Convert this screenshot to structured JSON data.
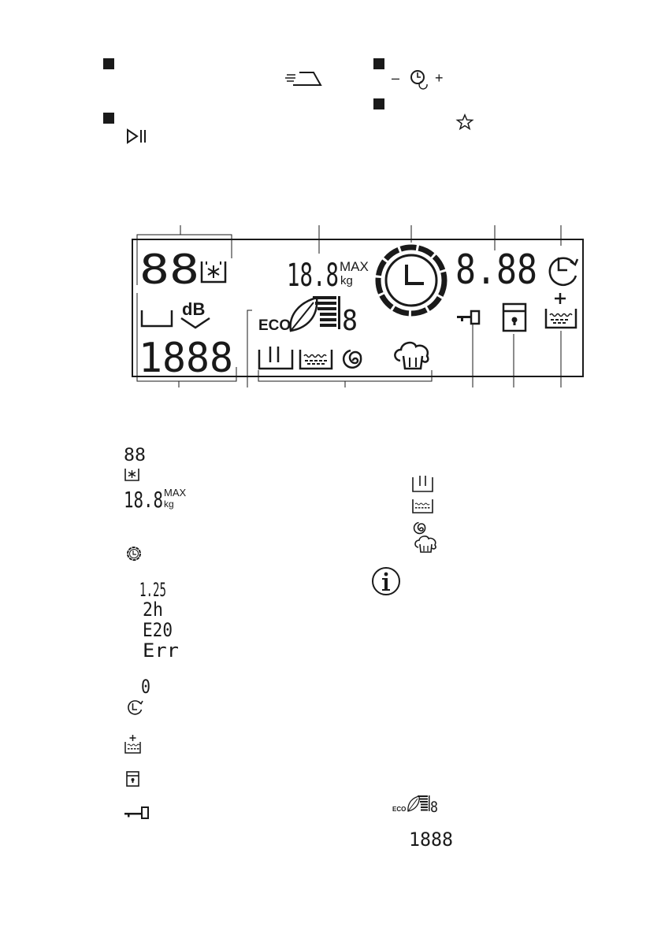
{
  "controls": {
    "minus": "–",
    "plus": "+"
  },
  "display": {
    "digits_top_left": "88",
    "weight_value": "18.8",
    "weight_max": "MAX",
    "weight_unit": "kg",
    "time_digits": "8.88",
    "db_label": "dB",
    "eco_label": "ECO",
    "eco_digit": "8",
    "bottom_digits": "1888"
  },
  "legend": {
    "item_88": "88",
    "item_weight": "18.8",
    "item_weight_max": "MAX",
    "item_weight_unit": "kg",
    "time_examples": [
      "1.25",
      "2h",
      "E20",
      "Err"
    ],
    "zero": "0",
    "eco_digit": "8",
    "eco_label": "ECO",
    "bottom_digits": "1888"
  },
  "icons": {
    "iron": "iron-icon",
    "play_pause": "play-pause-icon",
    "delay": "delay-clock-icon",
    "favourite": "star-icon",
    "info": "info-icon",
    "stain": "stain-icon",
    "clock": "clock-icon",
    "restart": "time-restart-icon",
    "key": "key-lock-icon",
    "door": "door-lock-icon",
    "rinse_plus": "rinse-plus-icon",
    "wash": "wash-phase-icon",
    "rinse": "rinse-phase-icon",
    "spin": "spin-phase-icon",
    "steam": "steam-phase-icon"
  }
}
